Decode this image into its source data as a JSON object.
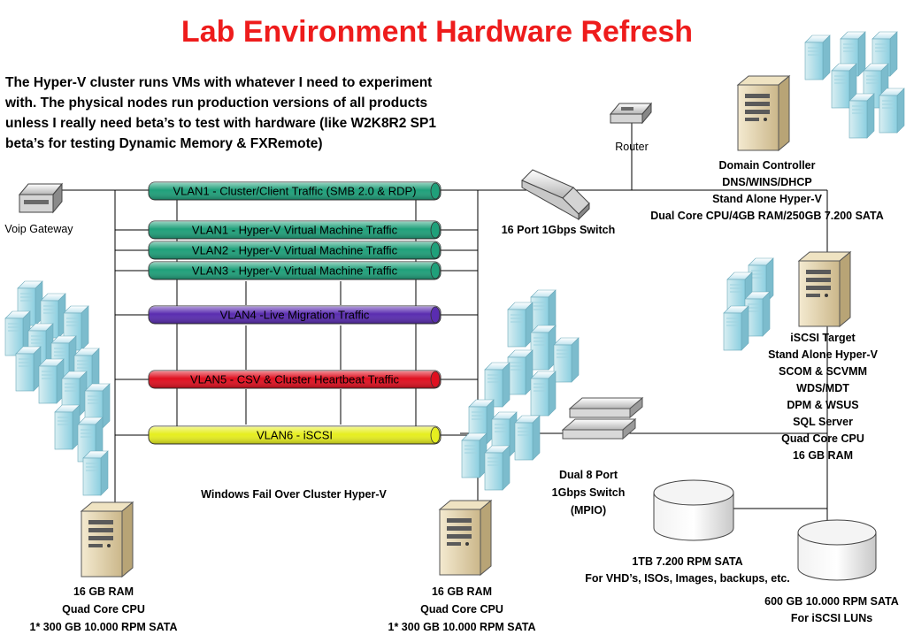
{
  "title": "Lab Environment Hardware Refresh",
  "intro": [
    "The Hyper-V cluster runs VMs with whatever I need to experiment",
    "with. The physical nodes run production versions of all products",
    "unless I really need beta’s to test with hardware (like W2K8R2 SP1",
    "beta’s for testing Dynamic Memory & FXRemote)"
  ],
  "vlans": [
    {
      "label": "VLAN1 - Cluster/Client Traffic (SMB 2.0 & RDP)",
      "color": "#1fa07a"
    },
    {
      "label": "VLAN1 - Hyper-V Virtual Machine Traffic",
      "color": "#1fa07a"
    },
    {
      "label": "VLAN2 - Hyper-V Virtual Machine Traffic",
      "color": "#1fa07a"
    },
    {
      "label": "VLAN3 - Hyper-V Virtual Machine Traffic",
      "color": "#1fa07a"
    },
    {
      "label": "VLAN4 -Live Migration Traffic",
      "color": "#5a2db0"
    },
    {
      "label": "VLAN5 - CSV & Cluster Heartbeat Traffic",
      "color": "#e01020"
    },
    {
      "label": "VLAN6 - iSCSI",
      "color": "#e6ee20"
    }
  ],
  "devices": {
    "router": "Router",
    "voip_gateway": "Voip Gateway",
    "switch16": "16 Port 1Gbps Switch",
    "dual_switch": [
      "Dual 8 Port",
      "1Gbps Switch",
      "(MPIO)"
    ],
    "domain_controller": [
      "Domain Controller",
      "DNS/WINS/DHCP",
      "Stand Alone Hyper-V",
      "Dual Core CPU/4GB RAM/250GB 7.200 SATA"
    ],
    "iscsi_target": [
      "iSCSI Target",
      "Stand Alone Hyper-V",
      "SCOM & SCVMM",
      "WDS/MDT",
      "DPM & WSUS",
      "SQL Server",
      "Quad Core CPU",
      "16 GB RAM"
    ],
    "cluster_label": "Windows Fail Over Cluster Hyper-V",
    "node1": [
      "16 GB RAM",
      "Quad Core CPU",
      "1* 300 GB 10.000 RPM SATA"
    ],
    "node2": [
      "16 GB RAM",
      "Quad Core CPU",
      "1* 300 GB 10.000 RPM SATA"
    ],
    "disk1": [
      "1TB 7.200 RPM SATA",
      "For VHD’s, ISOs, Images, backups, etc."
    ],
    "disk2": [
      "600 GB 10.000 RPM SATA",
      "For iSCSI LUNs"
    ]
  }
}
